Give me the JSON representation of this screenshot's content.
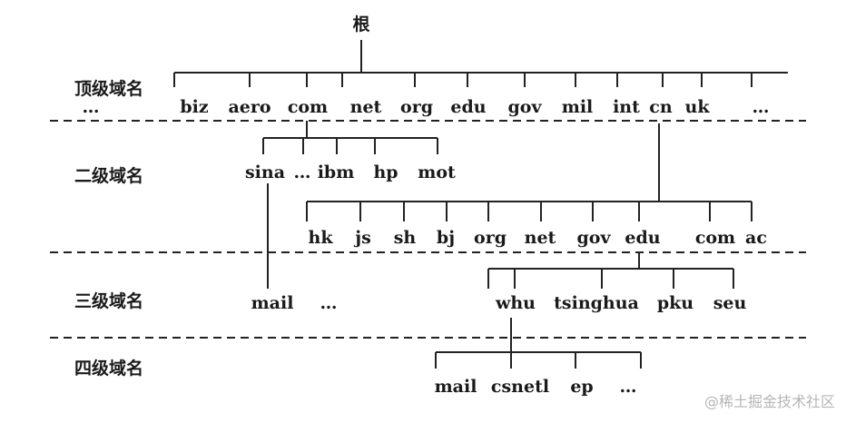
{
  "root_label": "根",
  "level_labels": {
    "top": "顶级域名",
    "second": "二级域名",
    "third": "三级域名",
    "fourth": "四级域名"
  },
  "top_level": {
    "left_ellipsis": "…",
    "items": [
      "biz",
      "aero",
      "com",
      "net",
      "org",
      "edu",
      "gov",
      "mil",
      "int",
      "cn",
      "uk"
    ],
    "right_ellipsis": "…"
  },
  "com_children": [
    "sina",
    "…",
    "ibm",
    "hp",
    "mot"
  ],
  "cn_children": [
    "hk",
    "js",
    "sh",
    "bj",
    "org",
    "net",
    "gov",
    "edu",
    "com",
    "ac"
  ],
  "sina_children": [
    "mail",
    "…"
  ],
  "edu_children": [
    "whu",
    "tsinghua",
    "pku",
    "seu"
  ],
  "whu_children": [
    "mail",
    "csnetl",
    "ep",
    "…"
  ],
  "watermark": "@稀土掘金技术社区"
}
